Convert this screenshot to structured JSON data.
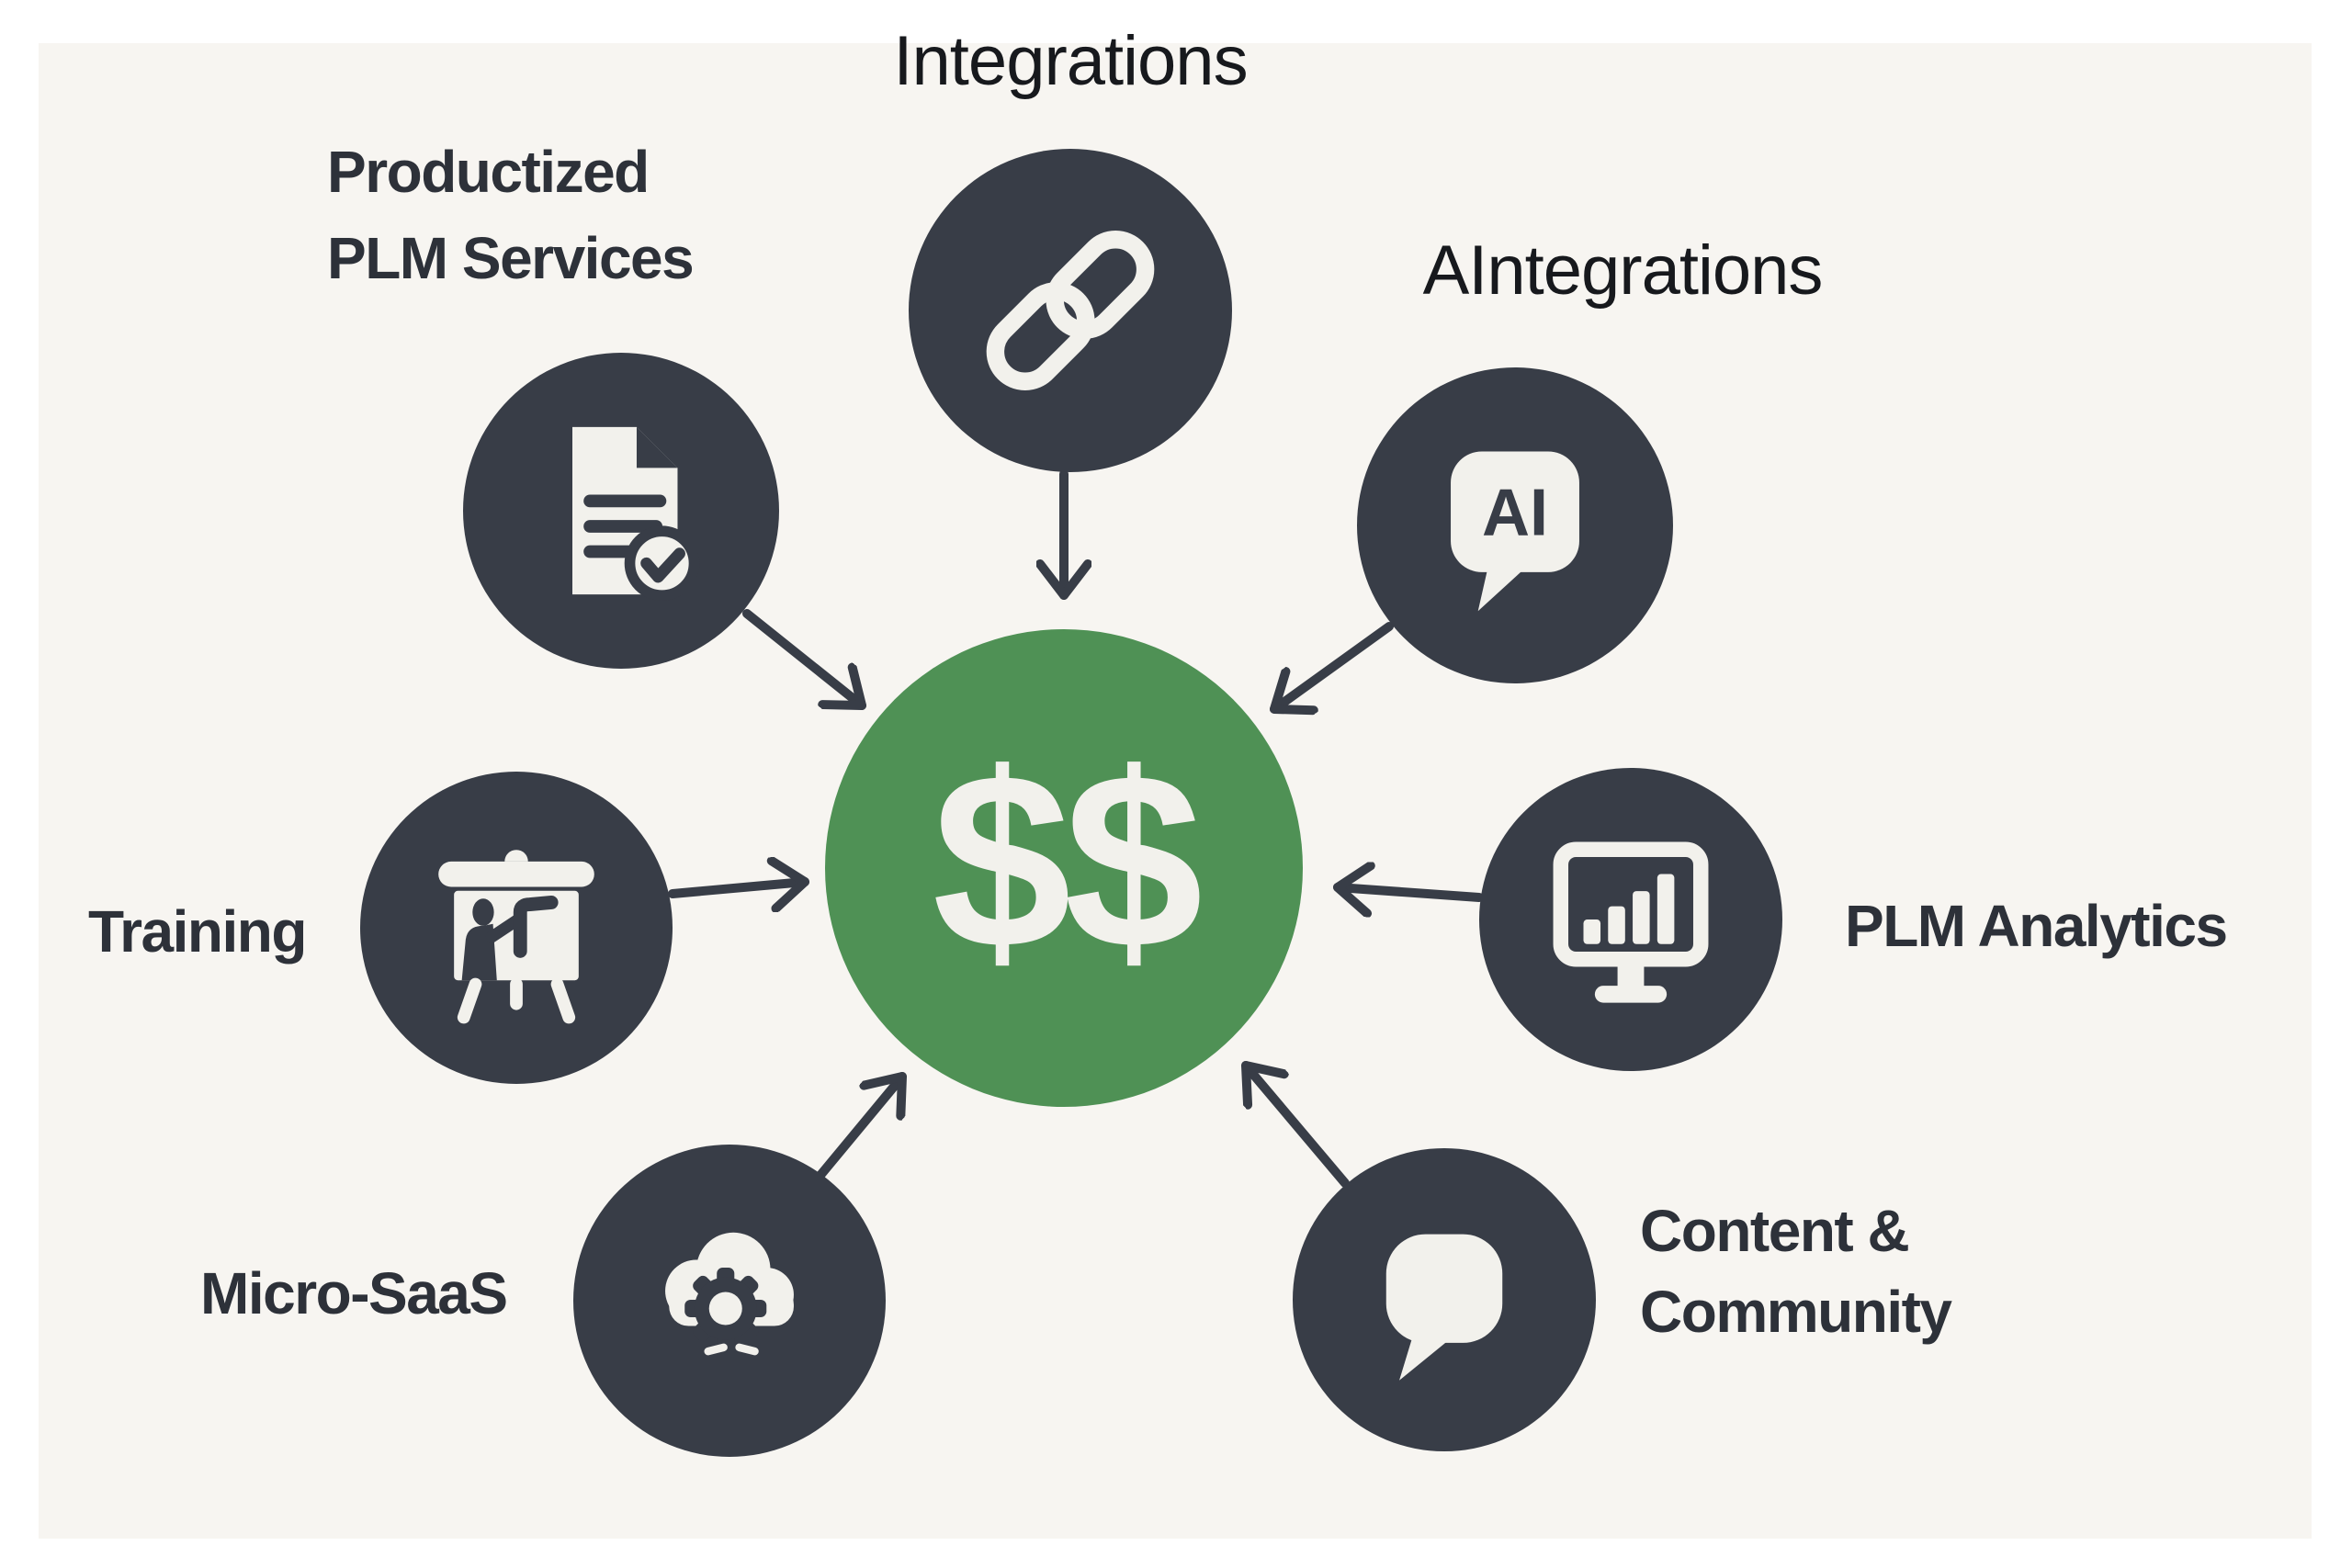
{
  "colors": {
    "background": "#ffffff",
    "panel": "#f7f5f1",
    "node_dark": "#383d47",
    "center_green": "#4f9155",
    "icon_white": "#f2f1ec",
    "title_text": "#17191d",
    "label_text": "#2d3139"
  },
  "center": {
    "label": "$$"
  },
  "nodes": [
    {
      "id": "integrations",
      "label": "Integrations",
      "icon": "chain-link-icon"
    },
    {
      "id": "productized",
      "label": "Productized PLM Services",
      "icon": "document-check-icon"
    },
    {
      "id": "aintegrations",
      "label": "AIntegrations",
      "icon": "ai-chat-bubble-icon",
      "icon_text": "AI"
    },
    {
      "id": "training",
      "label": "Training",
      "icon": "presentation-easel-icon"
    },
    {
      "id": "analytics",
      "label": "PLM Analytics",
      "icon": "bar-chart-monitor-icon"
    },
    {
      "id": "microsaas",
      "label": "Micro-SaaS",
      "icon": "cloud-gear-icon"
    },
    {
      "id": "content",
      "label": "Content & Community",
      "icon": "speech-bubble-icon"
    }
  ]
}
